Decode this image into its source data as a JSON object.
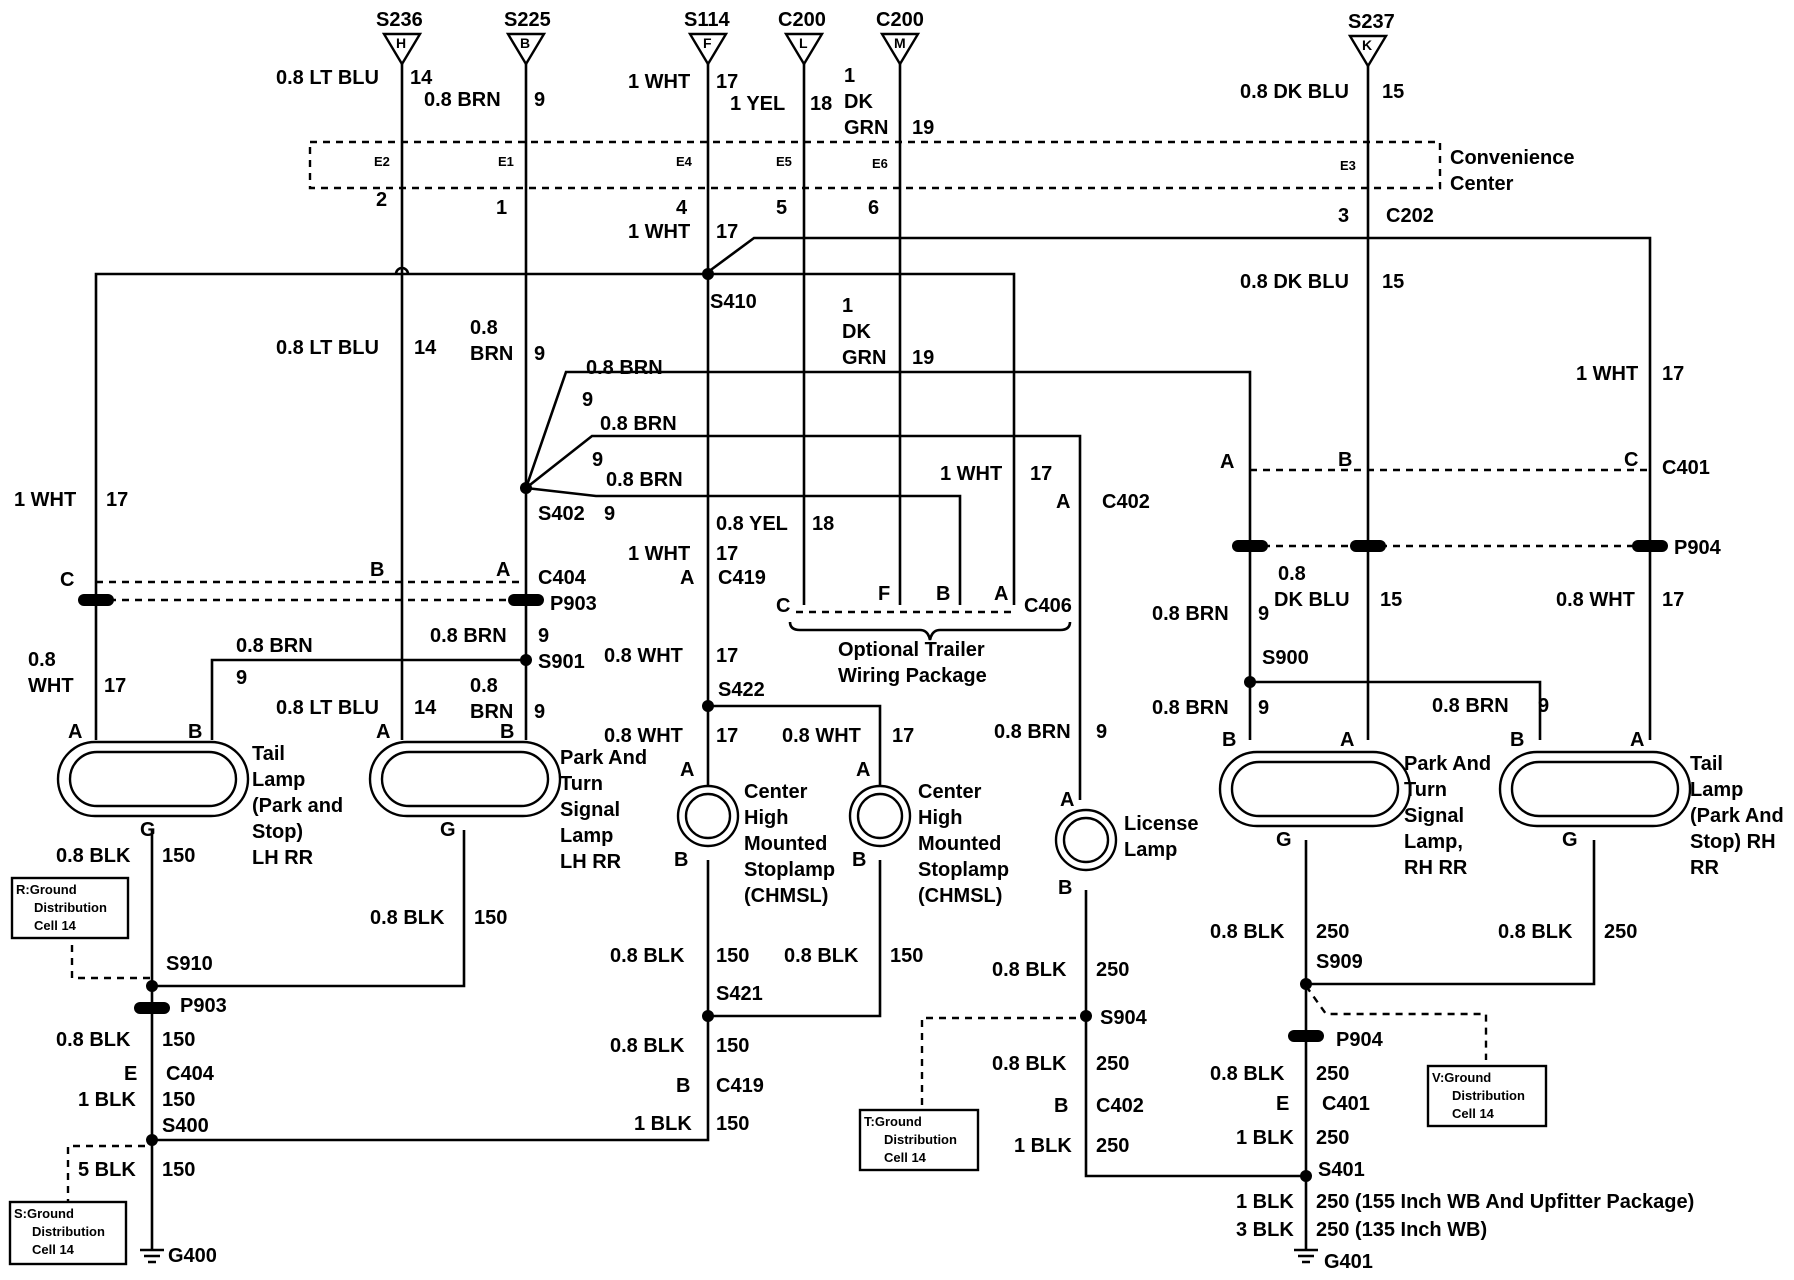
{
  "splices": {
    "S236": "S236",
    "S225": "S225",
    "S114": "S114",
    "C200a": "C200",
    "C200b": "C200",
    "S237": "S237",
    "S410": "S410",
    "S402": "S402",
    "S901": "S901",
    "S422": "S422",
    "S421": "S421",
    "S900": "S900",
    "S910": "S910",
    "S400": "S400",
    "S904": "S904",
    "S909": "S909",
    "S401": "S401"
  },
  "pins_top": {
    "H": "H",
    "B": "B",
    "F": "F",
    "L": "L",
    "M": "M",
    "K": "K"
  },
  "wires_top": {
    "w14": "0.8 LT BLU",
    "c14": "14",
    "w9": "0.8 BRN",
    "c9": "9",
    "w17": "1 WHT",
    "c17": "17",
    "w18": "1 YEL",
    "c18": "18",
    "w19a": "1",
    "w19b": "DK",
    "w19c": "GRN",
    "c19": "19",
    "w15": "0.8 DK BLU",
    "c15": "15"
  },
  "conv_center": {
    "label1": "Convenience",
    "label2": "Center",
    "e2": "E2",
    "e1": "E1",
    "e4": "E4",
    "e5": "E5",
    "e6": "E6",
    "e3": "E3",
    "p2": "2",
    "p1": "1",
    "p4": "4",
    "p5": "5",
    "p6": "6",
    "p3": "3",
    "c202": "C202"
  },
  "mid": {
    "wht17": "1 WHT",
    "c17": "17",
    "dkblu": "0.8 DK BLU",
    "c15": "15",
    "ltblu": "0.8 LT BLU",
    "c14": "14",
    "brn08": "0.8",
    "brnB": "BRN",
    "c9": "9",
    "dk1": "1",
    "dk2": "DK",
    "dk3": "GRN",
    "c19": "19",
    "brn_a": "0.8 BRN",
    "nine": "9",
    "brn_b": "0.8 BRN",
    "brn_c": "0.8 BRN",
    "wht_r": "1 WHT",
    "c17r": "17",
    "wht17_side": "1 WHT",
    "c17_side": "17"
  },
  "connectors": {
    "C404": "C404",
    "P903": "P903",
    "C419": "C419",
    "C406": "C406",
    "C402": "C402",
    "C401": "C401",
    "P904": "P904",
    "pA": "A",
    "pB": "B",
    "pC": "C",
    "pF": "F",
    "pE": "E",
    "pG": "G"
  },
  "trailer": {
    "l1": "Optional Trailer",
    "l2": "Wiring Package"
  },
  "lamps": {
    "tail_lh": [
      "Tail",
      "Lamp",
      "(Park and",
      "Stop)",
      "LH RR"
    ],
    "park_lh": [
      "Park And",
      "Turn",
      "Signal",
      "Lamp",
      "LH RR"
    ],
    "chmsl1": [
      "Center",
      "High",
      "Mounted",
      "Stoplamp",
      "(CHMSL)"
    ],
    "chmsl2": [
      "Center",
      "High",
      "Mounted",
      "Stoplamp",
      "(CHMSL)"
    ],
    "license": [
      "License",
      "Lamp"
    ],
    "park_rh": [
      "Park And",
      "Turn",
      "Signal",
      "Lamp,",
      "RH RR"
    ],
    "tail_rh": [
      "Tail",
      "Lamp",
      "(Park And",
      "Stop) RH",
      "RR"
    ]
  },
  "lower": {
    "wht08": "0.8",
    "whtW": "WHT",
    "c17": "17",
    "brn08": "0.8 BRN",
    "c9": "9",
    "ltblu": "0.8 LT BLU",
    "c14": "14",
    "brn2a": "0.8",
    "brn2b": "BRN",
    "wht08_422": "0.8 WHT",
    "yel": "0.8 YEL",
    "c18": "18",
    "brn_lic": "0.8 BRN",
    "dkblu_a": "0.8",
    "dkblu_b": "DK BLU",
    "c15": "15",
    "wht_rh": "0.8 WHT",
    "blk08": "0.8 BLK",
    "blk1": "1 BLK",
    "blk5": "5 BLK",
    "blk3": "3 BLK",
    "c150": "150",
    "c250": "250",
    "wb155": "250 (155 Inch WB And Upfitter Package)",
    "wb135": "250 (135 Inch WB)"
  },
  "grounds": {
    "G400": "G400",
    "G401": "G401",
    "R": [
      "R:Ground",
      "Distribution",
      "Cell 14"
    ],
    "S": [
      "S:Ground",
      "Distribution",
      "Cell 14"
    ],
    "T": [
      "T:Ground",
      "Distribution",
      "Cell 14"
    ],
    "V": [
      "V:Ground",
      "Distribution",
      "Cell 14"
    ]
  }
}
